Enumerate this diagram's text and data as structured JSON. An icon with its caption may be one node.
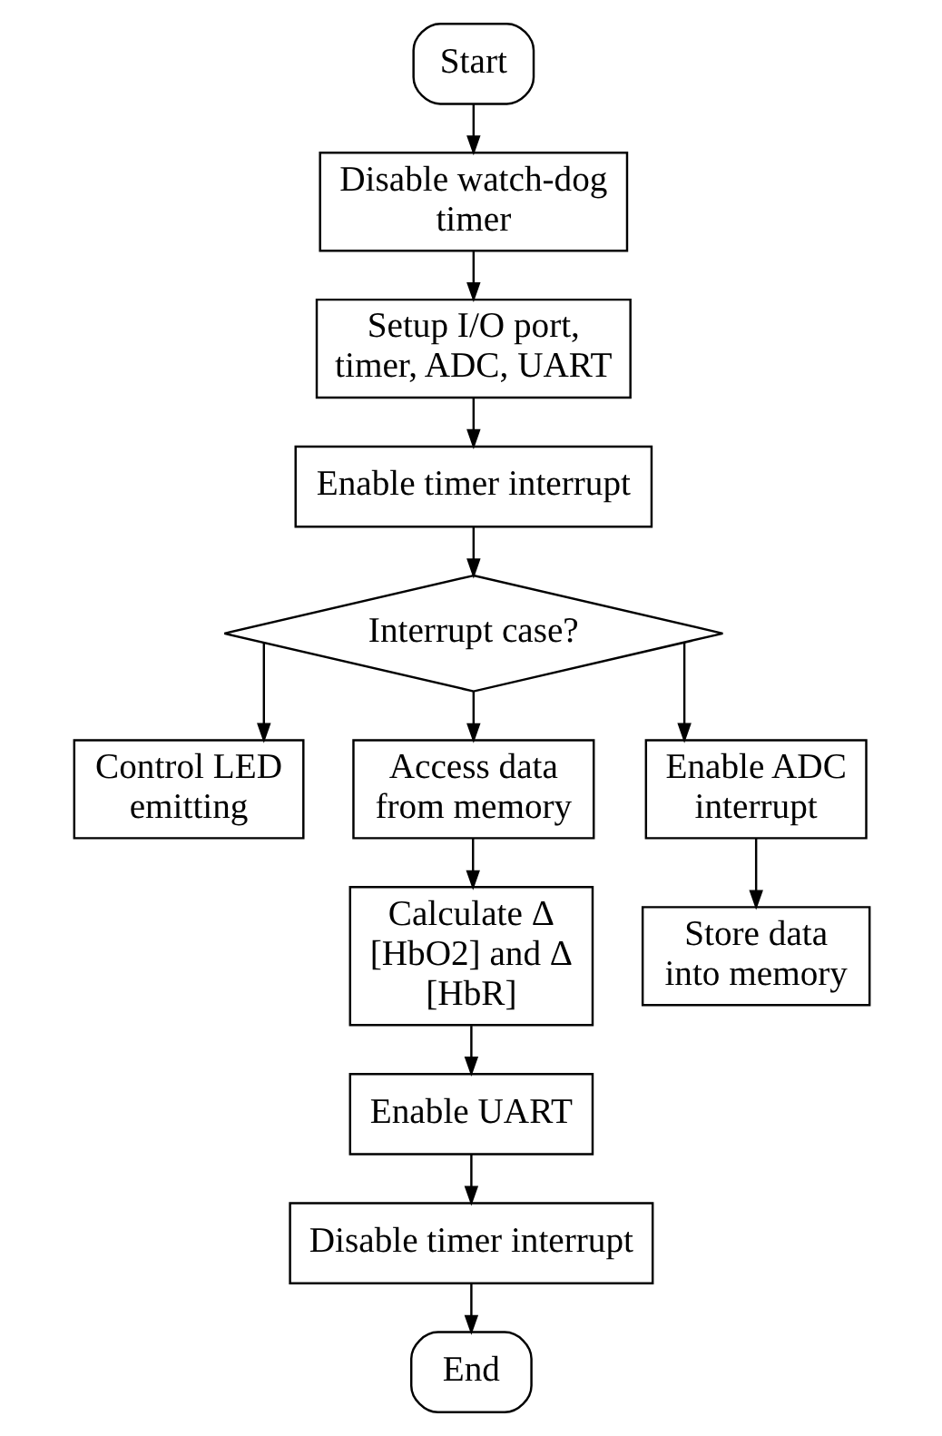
{
  "diagram": {
    "nodes": [
      {
        "text": [
          "Start"
        ]
      },
      {
        "text": [
          "Disable watch-dog timer"
        ]
      },
      {
        "text": [
          "Setup I/O port, timer, ADC, UART"
        ]
      },
      {
        "text": [
          "Enable timer interrupt"
        ]
      },
      {
        "text": [
          "Interrupt case?"
        ]
      },
      {
        "text": [
          "Control LED emitting"
        ]
      },
      {
        "text": [
          "Access data from memory"
        ]
      },
      {
        "text": [
          "Enable ADC interrupt"
        ]
      },
      {
        "text": [
          "Calculate Δ [HbO2] and Δ [HbR]"
        ]
      },
      {
        "text": [
          "Store data into memory"
        ]
      },
      {
        "text": [
          "Enable UART"
        ]
      },
      {
        "text": [
          "Disable timer interrupt"
        ]
      },
      {
        "text": [
          "End"
        ]
      }
    ],
    "edges": [
      {
        "from": 0,
        "to": 1,
        "arrow": "to"
      },
      {
        "from": 1,
        "to": 2,
        "arrow": "to"
      },
      {
        "from": 2,
        "to": 3,
        "arrow": "to"
      },
      {
        "from": 3,
        "to": 4,
        "arrow": "to"
      },
      {
        "from": 4,
        "to": 5,
        "arrow": "to"
      },
      {
        "from": 4,
        "to": 6,
        "arrow": "to"
      },
      {
        "from": 4,
        "to": 7,
        "arrow": "to"
      },
      {
        "from": 6,
        "to": 8,
        "arrow": "to"
      },
      {
        "from": 7,
        "to": 9,
        "arrow": "to"
      },
      {
        "from": 8,
        "to": 10,
        "arrow": "to"
      },
      {
        "from": 10,
        "to": 11,
        "arrow": "to"
      },
      {
        "from": 11,
        "to": 12,
        "arrow": "to"
      }
    ]
  }
}
